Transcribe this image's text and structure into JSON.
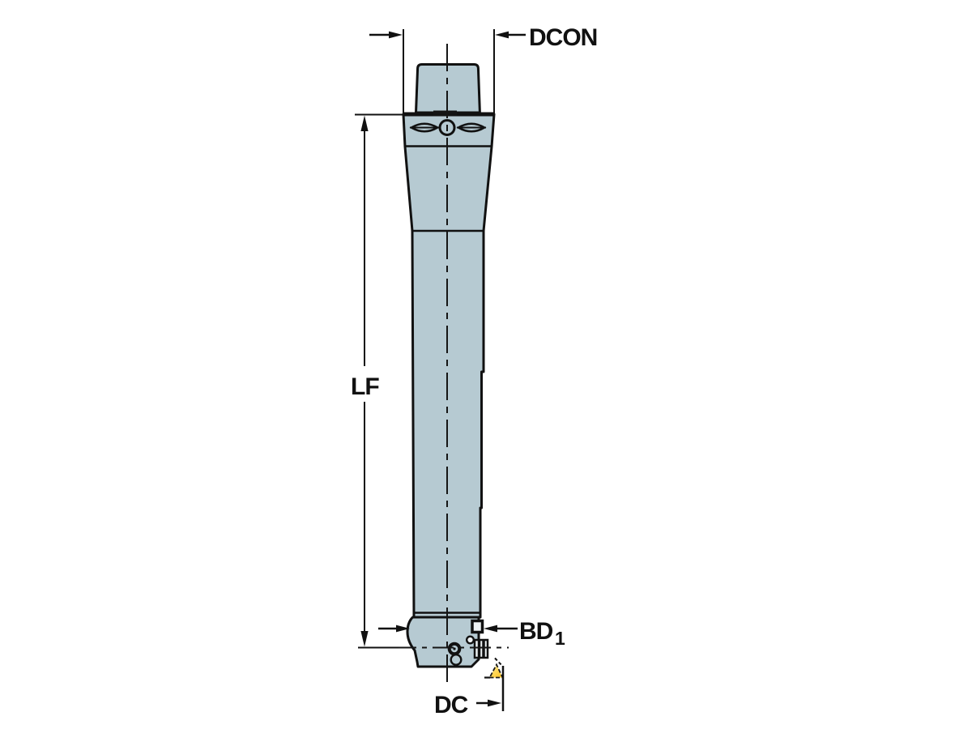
{
  "labels": {
    "dcon": "DCON",
    "lf": "LF",
    "bd": "BD",
    "bd_sub": "1",
    "dc": "DC"
  },
  "colors": {
    "background": "#ffffff",
    "body_fill": "#b6cad2",
    "outline": "#111111",
    "recess_fill": "#eef2f4",
    "slot_fill": "#141414",
    "insert_yellow": "#fdc62e",
    "insert_mid": "#ffd95e",
    "insert_highlight": "#fff7d8"
  }
}
